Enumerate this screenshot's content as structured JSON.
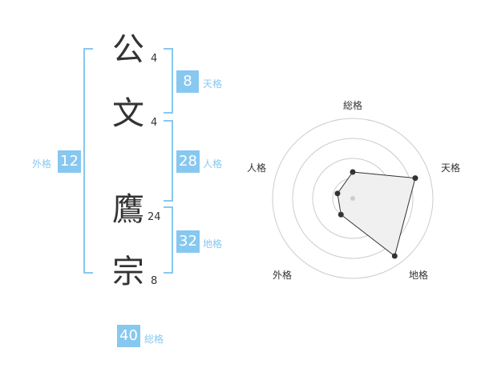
{
  "name": {
    "chars": [
      {
        "char": "公",
        "strokes": "4"
      },
      {
        "char": "文",
        "strokes": "4"
      },
      {
        "char": "鷹",
        "strokes": "24"
      },
      {
        "char": "宗",
        "strokes": "8"
      }
    ]
  },
  "kaku": {
    "tenkaku": {
      "value": "8",
      "label": "天格"
    },
    "jinkaku": {
      "value": "28",
      "label": "人格"
    },
    "chikaku": {
      "value": "32",
      "label": "地格"
    },
    "gaikaku": {
      "value": "12",
      "label": "外格"
    },
    "soukaku": {
      "value": "40",
      "label": "総格"
    }
  },
  "radar": {
    "labels": {
      "top": "総格",
      "right_top": "天格",
      "left_top": "人格",
      "right_bottom": "地格",
      "left_bottom": "外格"
    },
    "values": [
      0.33,
      0.82,
      0.2,
      0.89,
      0.25
    ],
    "ring_count": 4,
    "fill_color": "#f0f0f0",
    "line_color": "#333333",
    "ring_color": "#cccccc"
  }
}
